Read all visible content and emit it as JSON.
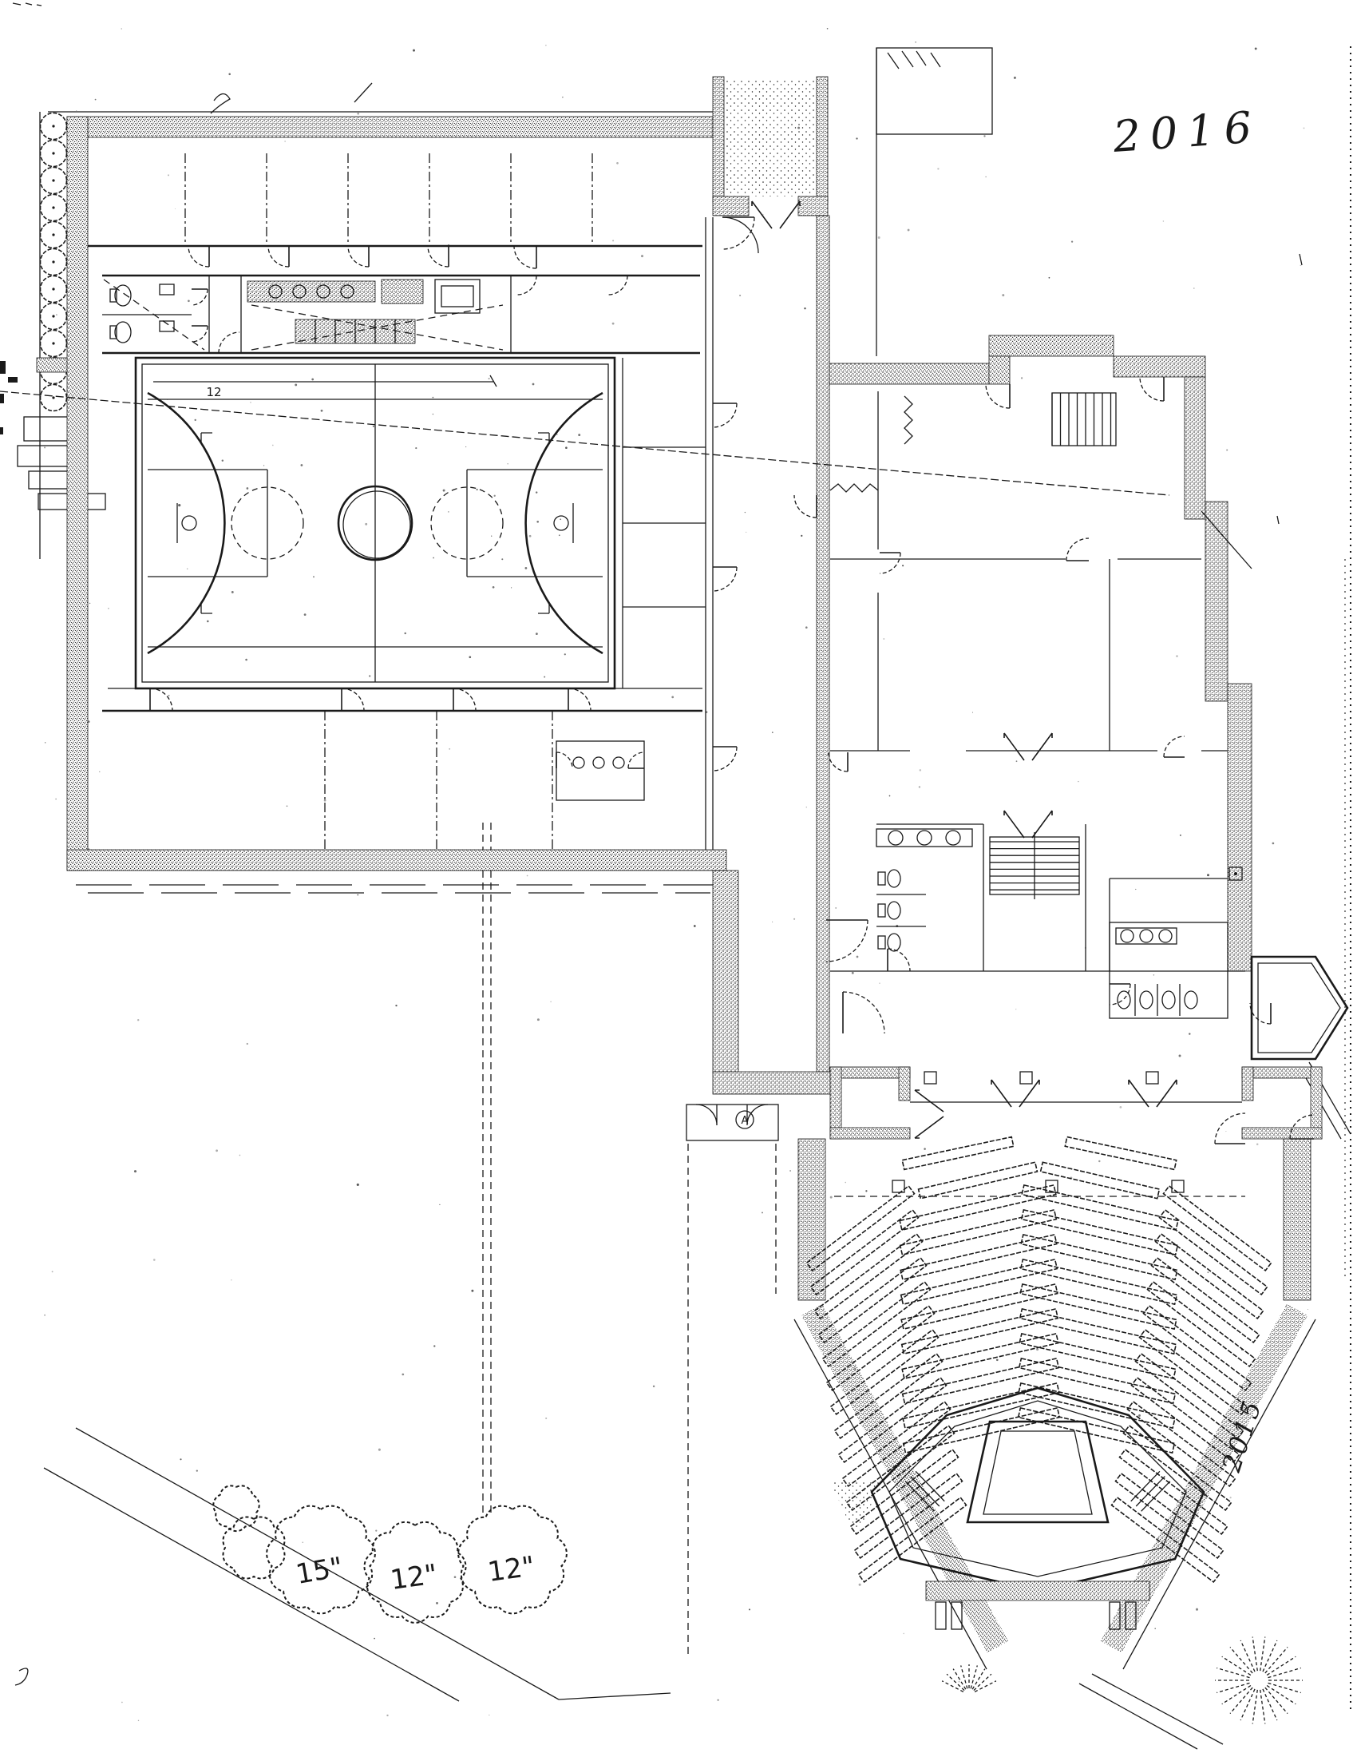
{
  "colors": {
    "ink": "#1a1a1a",
    "paper": "#ffffff"
  },
  "annotations": {
    "handwritten_year": "2016",
    "sheet_note_rotated": "2015",
    "court_dimension": "12",
    "door_detail_marker": "A",
    "tree_labels": [
      "15\"",
      "12\"",
      "12\""
    ]
  }
}
